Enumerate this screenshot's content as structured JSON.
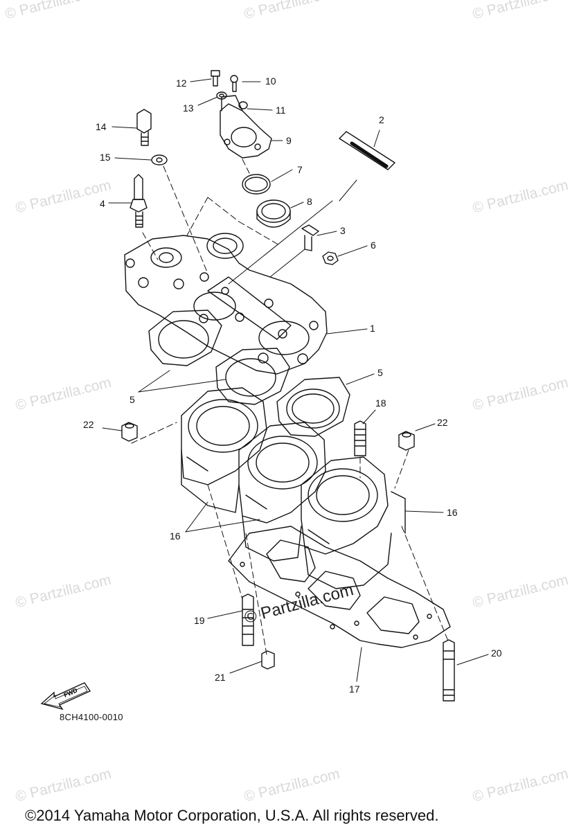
{
  "watermark": "© Partzilla.com",
  "center_watermark": "© Partzilla.com",
  "fwd_label": "FWD",
  "drawing_code": "8CH4100-0010",
  "copyright": "©2014  Yamaha Motor Corporation, U.S.A. All rights reserved.",
  "callouts": {
    "c1": "1",
    "c2": "2",
    "c3": "3",
    "c4": "4",
    "c5a": "5",
    "c5b": "5",
    "c6": "6",
    "c7": "7",
    "c8": "8",
    "c9": "9",
    "c10": "10",
    "c11": "11",
    "c12": "12",
    "c13": "13",
    "c14": "14",
    "c15": "15",
    "c16a": "16",
    "c16b": "16",
    "c17": "17",
    "c18": "18",
    "c19": "19",
    "c20": "20",
    "c21": "21",
    "c22a": "22",
    "c22b": "22"
  }
}
